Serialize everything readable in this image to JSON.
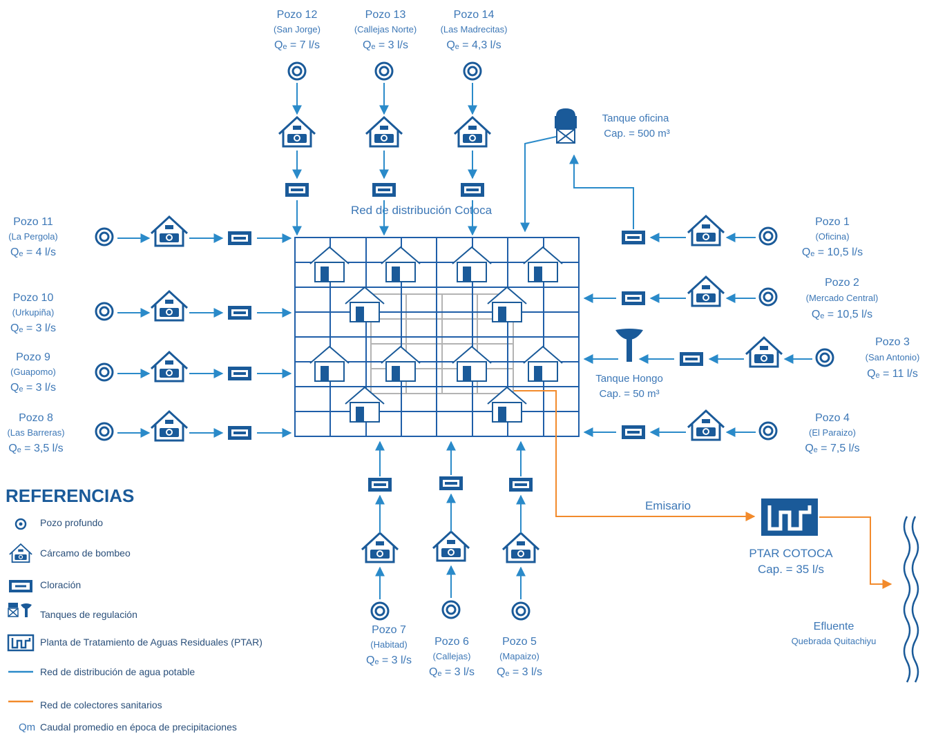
{
  "network_label": "Red de distribución Cotoca",
  "wells": [
    {
      "id": "pozo-12",
      "name": "Pozo 12",
      "place": "(San Jorge)",
      "flow": "Qₑ = 7 l/s"
    },
    {
      "id": "pozo-13",
      "name": "Pozo 13",
      "place": "(Callejas Norte)",
      "flow": "Qₑ = 3 l/s"
    },
    {
      "id": "pozo-14",
      "name": "Pozo 14",
      "place": "(Las Madrecitas)",
      "flow": "Qₑ = 4,3 l/s"
    },
    {
      "id": "pozo-11",
      "name": "Pozo 11",
      "place": "(La Pergola)",
      "flow": "Qₑ = 4 l/s"
    },
    {
      "id": "pozo-10",
      "name": "Pozo 10",
      "place": "(Urkupiña)",
      "flow": "Qₑ = 3 l/s"
    },
    {
      "id": "pozo-9",
      "name": "Pozo 9",
      "place": "(Guapomo)",
      "flow": "Qₑ = 3 l/s"
    },
    {
      "id": "pozo-8",
      "name": "Pozo 8",
      "place": "(Las Barreras)",
      "flow": "Qₑ = 3,5 l/s"
    },
    {
      "id": "pozo-1",
      "name": "Pozo 1",
      "place": "(Oficina)",
      "flow": "Qₑ = 10,5 l/s"
    },
    {
      "id": "pozo-2",
      "name": "Pozo 2",
      "place": "(Mercado Central)",
      "flow": "Qₑ = 10,5 l/s"
    },
    {
      "id": "pozo-3",
      "name": "Pozo 3",
      "place": "(San Antonio)",
      "flow": "Qₑ = 11 l/s"
    },
    {
      "id": "pozo-4",
      "name": "Pozo 4",
      "place": "(El Paraizo)",
      "flow": "Qₑ = 7,5 l/s"
    },
    {
      "id": "pozo-7",
      "name": "Pozo 7",
      "place": "(Habitad)",
      "flow": "Qₑ = 3 l/s"
    },
    {
      "id": "pozo-6",
      "name": "Pozo 6",
      "place": "(Callejas)",
      "flow": "Qₑ = 3 l/s"
    },
    {
      "id": "pozo-5",
      "name": "Pozo 5",
      "place": "(Mapaizo)",
      "flow": "Qₑ = 3 l/s"
    }
  ],
  "tanks": {
    "oficina": {
      "name": "Tanque oficina",
      "capacity": "Cap. = 500 m³"
    },
    "hongo": {
      "name": "Tanque Hongo",
      "capacity": "Cap. = 50 m³"
    }
  },
  "ptar": {
    "name": "PTAR COTOCA",
    "capacity": "Cap. = 35 l/s"
  },
  "emisario": "Emisario",
  "efluente": {
    "title": "Efluente",
    "place": "Quebrada Quitachiyu"
  },
  "legend": {
    "title": "REFERENCIAS",
    "items": [
      {
        "key": "well",
        "label": "Pozo profundo"
      },
      {
        "key": "pump",
        "label": "Cárcamo de bombeo"
      },
      {
        "key": "chlor",
        "label": "Cloración"
      },
      {
        "key": "tanks",
        "label": "Tanques de regulación"
      },
      {
        "key": "ptar",
        "label": "Planta de Tratamiento de Aguas Residuales (PTAR)"
      },
      {
        "key": "water",
        "label": "Red de distribución de agua potable"
      },
      {
        "key": "sewer",
        "label": "Red de colectores sanitarios"
      },
      {
        "key": "qm",
        "label": "Caudal promedio en época de precipitaciones"
      }
    ],
    "qm_symbol": "Qm"
  },
  "colors": {
    "blue": "#1a5a99",
    "line": "#2a8ac9",
    "grid": "#1f5ea8",
    "gray": "#b3b3b3",
    "orange": "#f28a2b"
  }
}
